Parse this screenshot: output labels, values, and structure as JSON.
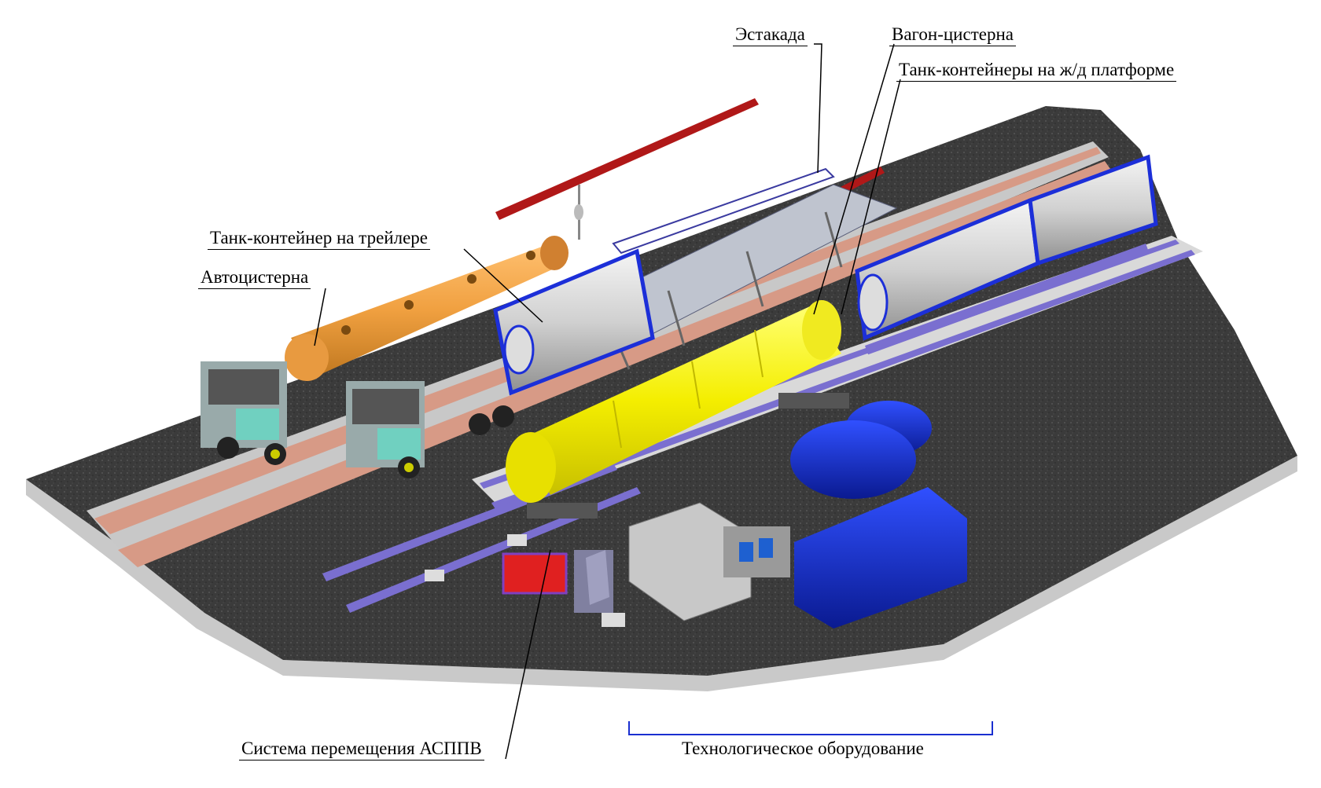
{
  "labels": {
    "estakada": "Эстакада",
    "vagon_cisterna": "Вагон-цистерна",
    "tank_containers_platform": "Танк-контейнеры на ж/д платформе",
    "tank_container_trailer": "Танк-контейнер на трейлере",
    "autocisterna": "Автоцистерна",
    "aspv_system": "Система перемещения АСППВ",
    "tech_equipment": "Технологическое оборудование"
  },
  "colors": {
    "ground": "#3a3a3a",
    "road_stripe": "#d79a86",
    "rail": "#7a6fd0",
    "yellow_tank": "#f5f000",
    "orange_tank": "#f0a040",
    "container_frame": "#1c2fd8",
    "equipment_blue": "#1a2fd0",
    "crane_beam": "#b01818"
  }
}
